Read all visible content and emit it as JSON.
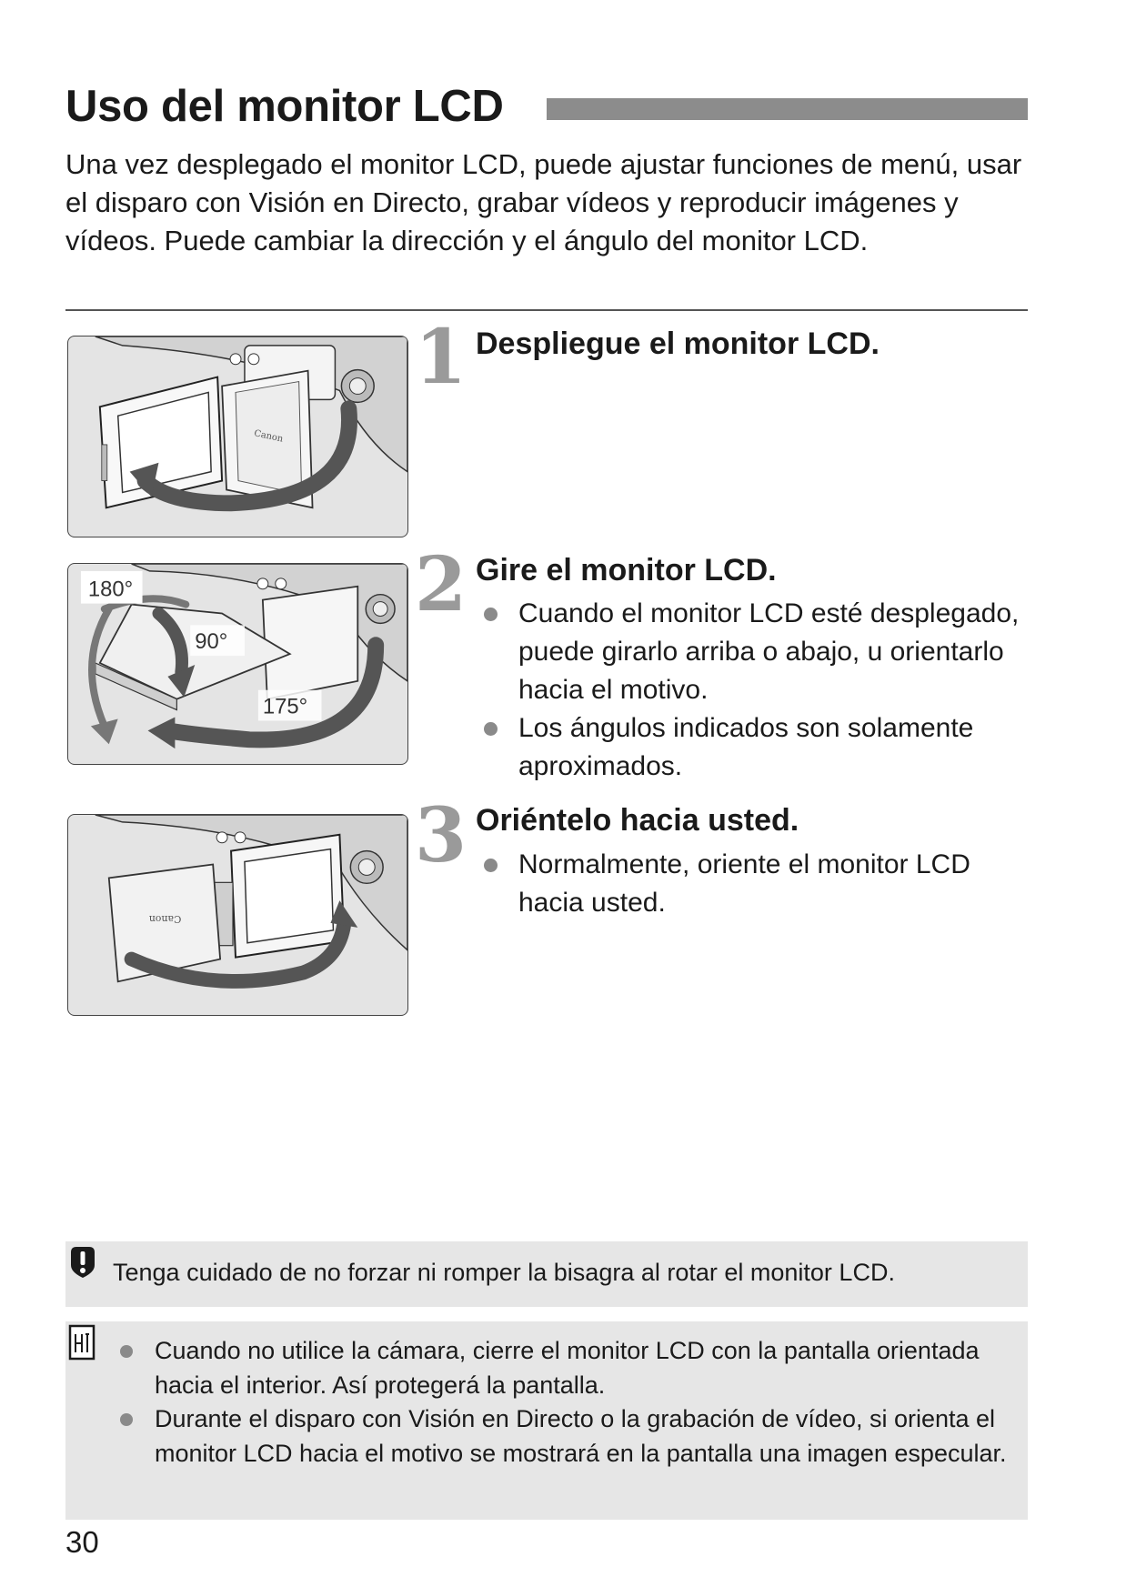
{
  "header": {
    "title": "Uso del monitor LCD"
  },
  "intro": "Una vez desplegado el monitor LCD, puede ajustar funciones de menú, usar el disparo con Visión en Directo, grabar vídeos y reproducir imágenes y vídeos. Puede cambiar la dirección y el ángulo del monitor LCD.",
  "steps": [
    {
      "number": "1",
      "heading": "Despliegue el monitor LCD.",
      "bullets": [],
      "illustration": {
        "brand_mark": "Canon"
      }
    },
    {
      "number": "2",
      "heading": "Gire el monitor LCD.",
      "bullets": [
        "Cuando el monitor LCD esté desplegado, puede girarlo arriba o abajo, u orientarlo hacia el motivo.",
        "Los ángulos indicados son solamente aproximados."
      ],
      "illustration": {
        "angle_a": "180°",
        "angle_b": "90°",
        "angle_c": "175°"
      }
    },
    {
      "number": "3",
      "heading": "Oriéntelo hacia usted.",
      "bullets": [
        "Normalmente, oriente el monitor LCD hacia usted."
      ],
      "illustration": {
        "brand_mark": "Canon"
      }
    }
  ],
  "caution": {
    "icon": "caution-icon",
    "text": "Tenga cuidado de no forzar ni romper la bisagra al rotar el monitor LCD."
  },
  "notes": {
    "icon": "memo-icon",
    "items": [
      "Cuando no utilice la cámara, cierre el monitor LCD con la pantalla orientada hacia el interior. Así protegerá la pantalla.",
      "Durante el disparo con Visión en Directo o la grabación de vídeo, si orienta el monitor LCD hacia el motivo se mostrará en la pantalla una imagen especular."
    ]
  },
  "footer": {
    "page_number": "30"
  },
  "colors": {
    "title_bar": "#8c8c8c",
    "step_number": "#9a9a9a",
    "note_background": "#e6e6e6",
    "illustration_background": "#e4e4e4"
  }
}
